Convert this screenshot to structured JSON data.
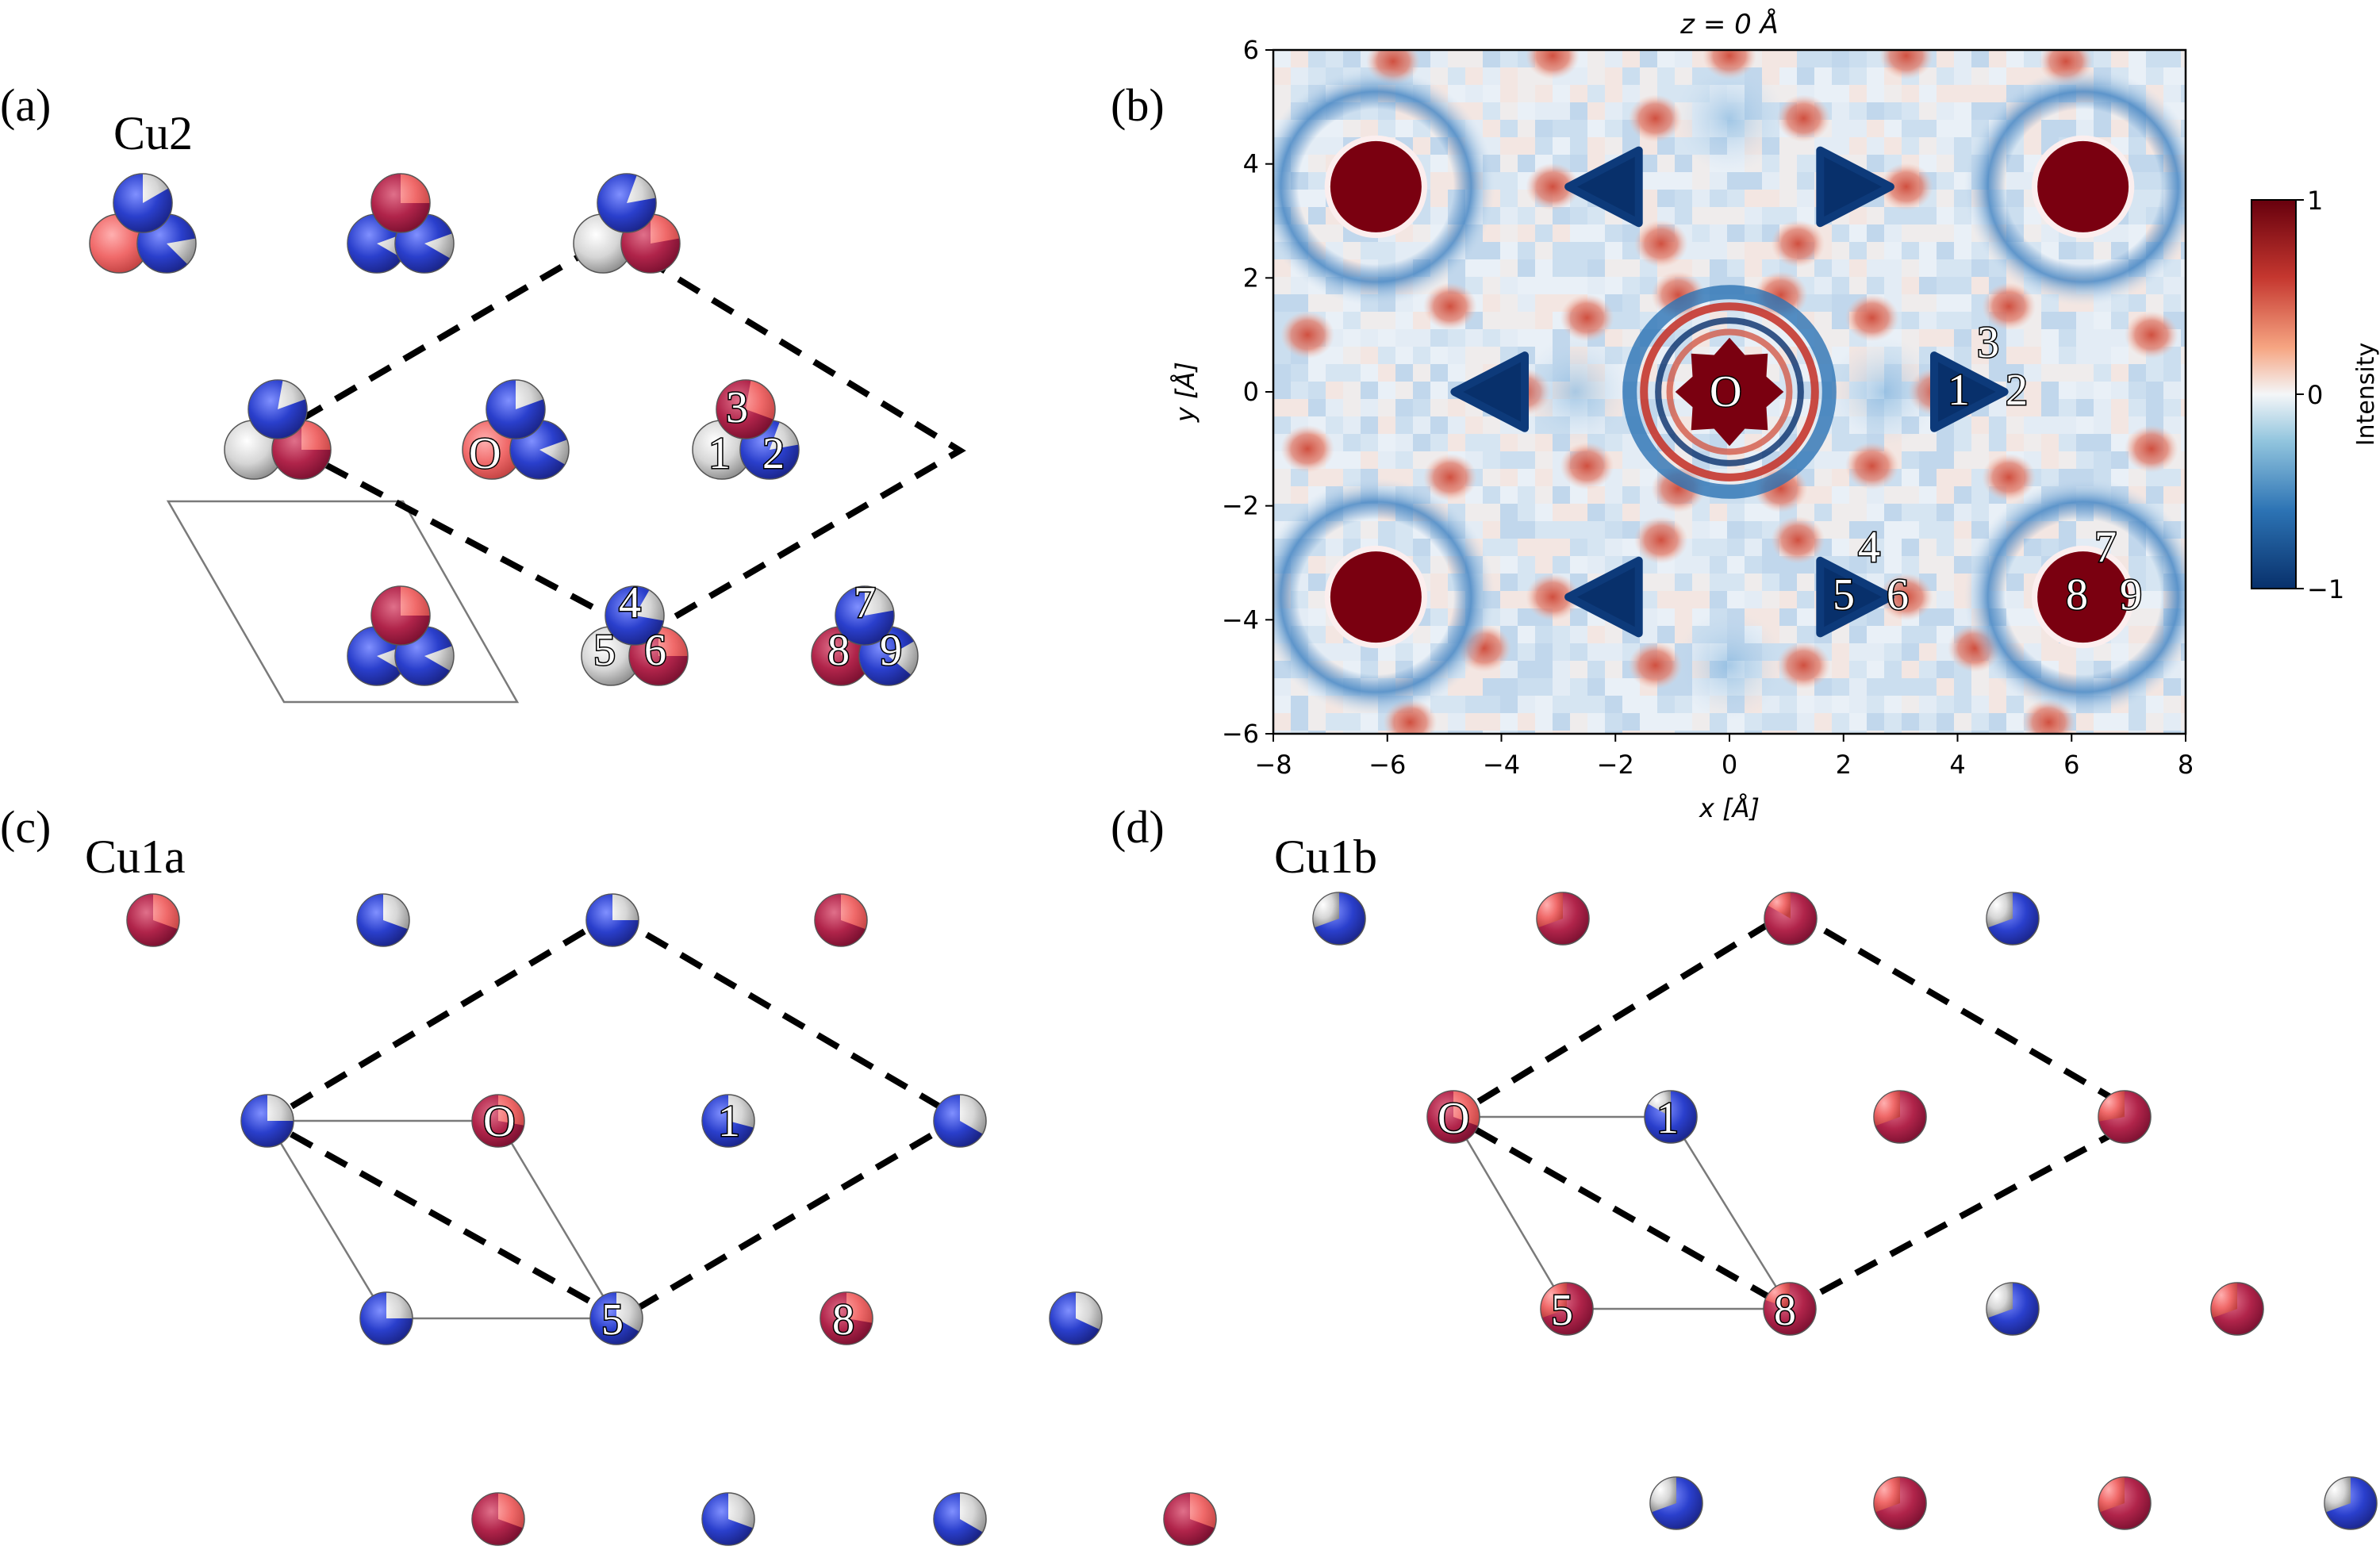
{
  "colors": {
    "red": "#f06060",
    "dark_red": "#b0244a",
    "blue": "#2a3fcc",
    "grey": "#d0d0d0",
    "cmap_neg": "#08306b",
    "cmap_zero": "#f4f6f8",
    "cmap_pos": "#67000d"
  },
  "panels": {
    "a": {
      "tag": "(a)",
      "title": "Cu2",
      "labels": [
        "3",
        "O",
        "1",
        "2",
        "4",
        "5",
        "6",
        "7",
        "8",
        "9"
      ]
    },
    "b": {
      "tag": "(b)",
      "title": "z = 0 Å",
      "xlabel": "x [Å]",
      "ylabel": "y [Å]",
      "colorbar_label": "Intensity",
      "colorbar_ticks": [
        "1",
        "0",
        "−1"
      ],
      "site_labels": [
        "3",
        "O",
        "1",
        "2",
        "4",
        "5",
        "6",
        "7",
        "8",
        "9"
      ]
    },
    "c": {
      "tag": "(c)",
      "title": "Cu1a",
      "labels": [
        "O",
        "1",
        "5",
        "8"
      ]
    },
    "d": {
      "tag": "(d)",
      "title": "Cu1b",
      "labels": [
        "O",
        "1",
        "5",
        "8"
      ]
    }
  },
  "chart_data": {
    "type": "heatmap",
    "title": "z = 0 Å",
    "xlabel": "x [Å]",
    "ylabel": "y [Å]",
    "xlim": [
      -8,
      8
    ],
    "ylim": [
      -6,
      6
    ],
    "x_ticks": [
      -8,
      -6,
      -4,
      -2,
      0,
      2,
      4,
      6,
      8
    ],
    "y_ticks": [
      -6,
      -4,
      -2,
      0,
      2,
      4,
      6
    ],
    "colorbar": {
      "label": "Intensity",
      "min": -1,
      "max": 1,
      "ticks": [
        -1,
        0,
        1
      ]
    },
    "features": [
      {
        "x": -6.2,
        "y": 3.6,
        "value": 1,
        "kind": "disc"
      },
      {
        "x": 6.2,
        "y": 3.6,
        "value": 1,
        "kind": "disc"
      },
      {
        "x": -6.2,
        "y": -3.6,
        "value": 1,
        "kind": "disc"
      },
      {
        "x": 6.2,
        "y": -3.6,
        "value": 1,
        "kind": "disc"
      },
      {
        "x": 0,
        "y": 0,
        "value": 1,
        "kind": "star"
      },
      {
        "x": 4.1,
        "y": 0,
        "value": -1,
        "kind": "triangle"
      },
      {
        "x": -4.1,
        "y": 0,
        "value": -1,
        "kind": "triangle"
      },
      {
        "x": 2.1,
        "y": 3.6,
        "value": -1,
        "kind": "triangle"
      },
      {
        "x": -2.1,
        "y": 3.6,
        "value": -1,
        "kind": "triangle"
      },
      {
        "x": 2.1,
        "y": -3.6,
        "value": -1,
        "kind": "triangle"
      },
      {
        "x": -2.1,
        "y": -3.6,
        "value": -1,
        "kind": "triangle"
      }
    ]
  }
}
